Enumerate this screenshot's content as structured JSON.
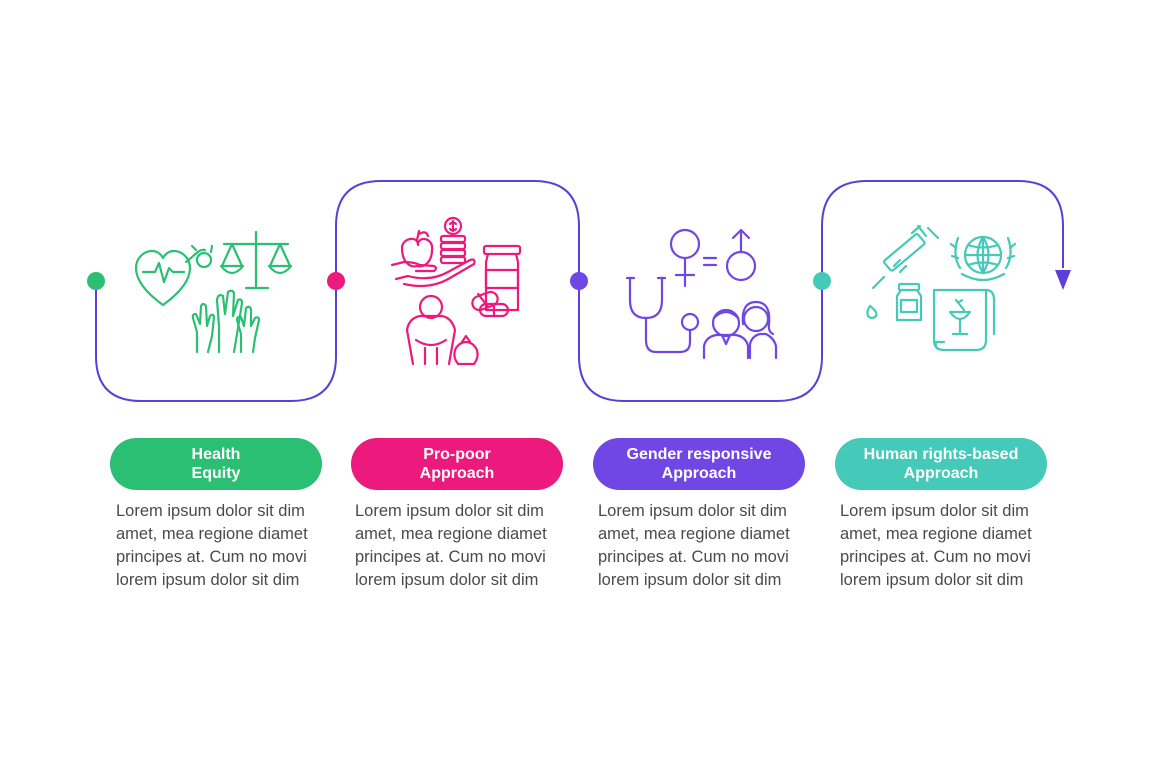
{
  "colors": {
    "line": "#5b3fd6",
    "step_1": "#2bbf74",
    "step_2": "#ec1a7c",
    "step_3": "#7047e4",
    "step_4": "#45c9b8",
    "body_text": "#4a4a4a"
  },
  "steps": [
    {
      "icon": "health-equity-icon",
      "title_lines": [
        "Health",
        "Equity"
      ],
      "text_lines": [
        "Lorem ipsum dolor sit dim",
        "amet, mea regione diamet",
        "principes at. Cum no movi",
        "lorem ipsum dolor sit dim"
      ]
    },
    {
      "icon": "pro-poor-icon",
      "title_lines": [
        "Pro-poor",
        "Approach"
      ],
      "text_lines": [
        "Lorem ipsum dolor sit dim",
        "amet, mea regione diamet",
        "principes at. Cum no movi",
        "lorem ipsum dolor sit dim"
      ]
    },
    {
      "icon": "gender-responsive-icon",
      "title_lines": [
        "Gender responsive",
        "Approach"
      ],
      "text_lines": [
        "Lorem ipsum dolor sit dim",
        "amet, mea regione diamet",
        "principes at. Cum no movi",
        "lorem ipsum dolor sit dim"
      ]
    },
    {
      "icon": "human-rights-icon",
      "title_lines": [
        "Human rights-based",
        "Approach"
      ],
      "text_lines": [
        "Lorem ipsum dolor sit dim",
        "amet, mea regione diamet",
        "principes at. Cum no movi",
        "lorem ipsum dolor sit dim"
      ]
    }
  ]
}
